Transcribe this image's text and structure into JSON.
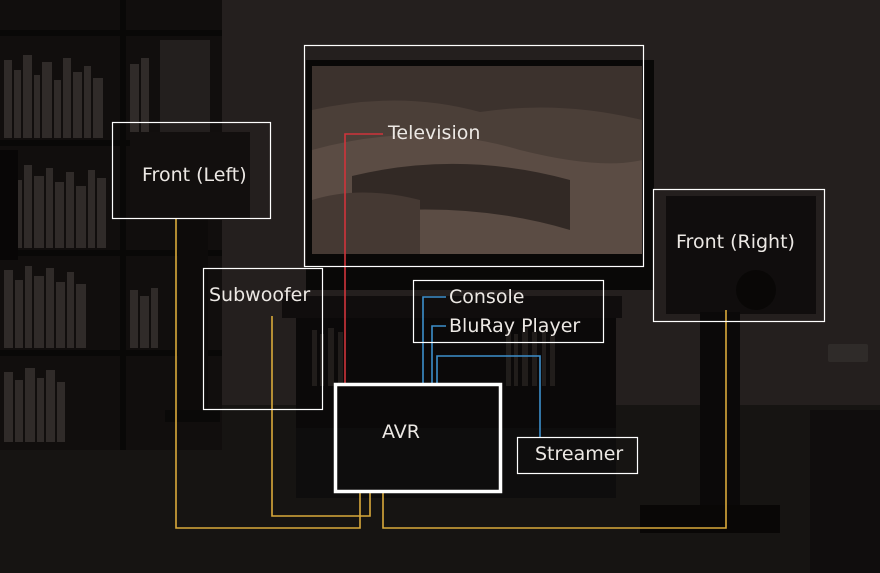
{
  "labels": {
    "television": "Television",
    "front_left": "Front (Left)",
    "front_right": "Front (Right)",
    "subwoofer": "Subwoofer",
    "console": "Console",
    "bluray": "BluRay Player",
    "avr": "AVR",
    "streamer": "Streamer"
  },
  "colors": {
    "speaker_cable": "#d9a93a",
    "video_cable": "#d0343b",
    "source_cable": "#3c8fcc",
    "box_border": "#ffffff"
  }
}
